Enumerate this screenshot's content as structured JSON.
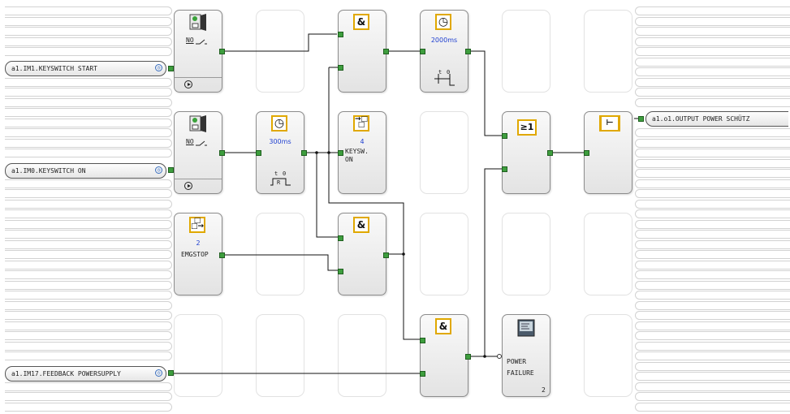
{
  "inputs": {
    "keyswitch_start": "a1.IM1.KEYSWITCH START",
    "keyswitch_on": "a1.IM0.KEYSWITCH ON",
    "feedback_powersupply": "a1.IM17.FEEDBACK POWERSUPPLY"
  },
  "outputs": {
    "power_schuetz": "a1.o1.OUTPUT POWER SCHÜTZ"
  },
  "blocks": {
    "contact_1_label": "NO",
    "contact_2_label": "NO",
    "emgstop_number": "2",
    "emgstop_label": "EMGSTOP",
    "timer_300_value": "300ms",
    "timer_300_letter": "R",
    "timer_2000_value": "2000ms",
    "and_symbol": "&",
    "or_symbol": "≥1",
    "keysw_number": "4",
    "keysw_label_1": "KEYSW.",
    "keysw_label_2": "ON",
    "powerfail_label_1": "POWER",
    "powerfail_label_2": "FAILURE",
    "powerfail_number": "2",
    "timer_t": "t",
    "timer_0": "0"
  },
  "icons": {
    "contact": "contact-switch-icon",
    "timer": "clock-icon",
    "flag_out": "flag-output-icon",
    "flag_in": "flag-input-icon",
    "output": "output-coil-icon",
    "message": "message-display-icon",
    "play": "play-icon"
  }
}
